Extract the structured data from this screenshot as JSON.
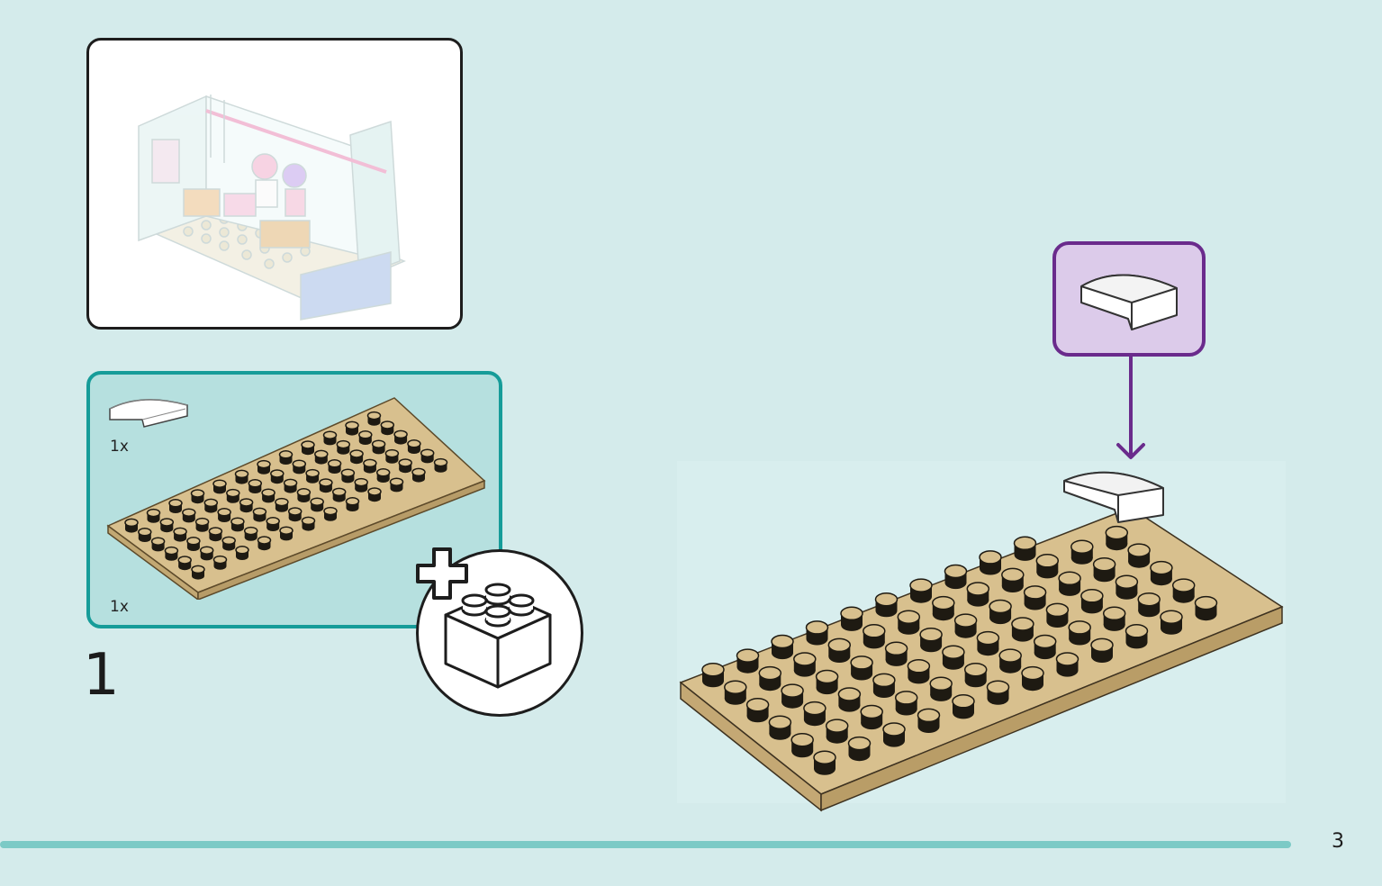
{
  "step": {
    "number": "1"
  },
  "parts_list": {
    "items": [
      {
        "name": "white-curved-slope-1x2",
        "quantity": "1x"
      },
      {
        "name": "tan-plate-6x12",
        "quantity": "1x"
      }
    ]
  },
  "page": {
    "number": "3"
  },
  "colors": {
    "background": "#d4ebeb",
    "parts_panel": "#b6e0df",
    "parts_border": "#169c99",
    "callout_fill": "#dccbea",
    "callout_border": "#6a2b8c",
    "plate_tan": "#d8c08e",
    "footer_line": "#7ccac6"
  },
  "icons": [
    "new-brick-icon",
    "plus-icon",
    "down-arrow-icon",
    "curved-slope-icon"
  ]
}
